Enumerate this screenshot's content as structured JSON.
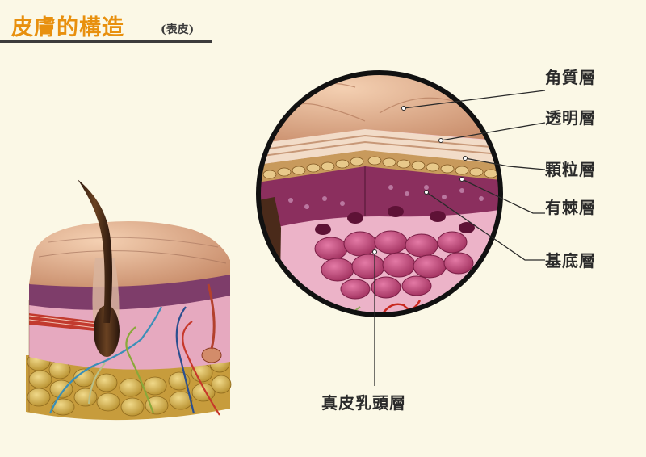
{
  "title": {
    "main": "皮膚的構造",
    "sub": "(表皮)"
  },
  "labels": {
    "stratum_corneum": "角質層",
    "stratum_lucidum": "透明層",
    "stratum_granulosum": "顆粒層",
    "stratum_spinosum": "有棘層",
    "stratum_basale": "基底層",
    "dermal_papillary_layer": "真皮乳頭層"
  },
  "colors": {
    "title_orange": "#e8900e",
    "background": "#fbf8e6",
    "leader_line": "#2a2a2a"
  }
}
